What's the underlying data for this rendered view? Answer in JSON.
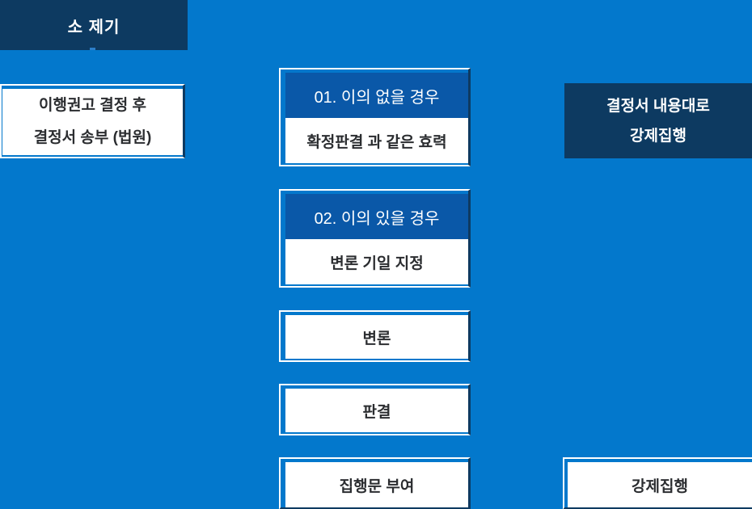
{
  "colors": {
    "background": "#0378cc",
    "navy": "#0d3a61",
    "header_blue": "#0a58a8",
    "box_text": "#2b2d30",
    "white": "#ffffff"
  },
  "nodes": {
    "start": {
      "label": "소 제기"
    },
    "decision_notice": {
      "line1": "이행권고 결정 후",
      "line2": "결정서 송부 (법원)"
    },
    "case_no_objection": {
      "header": "01. 이의 없을 경우",
      "body": "확정판결 과 같은 효력"
    },
    "case_objection": {
      "header": "02. 이의 있을 경우",
      "body": "변론 기일 지정"
    },
    "pleading": {
      "label": "변론"
    },
    "judgment": {
      "label": "판결"
    },
    "writ_of_execution": {
      "label": "집행문 부여"
    },
    "enforce_per_decision": {
      "line1": "결정서 내용대로",
      "line2": "강제집행"
    },
    "compulsory_execution": {
      "label": "강제집행"
    }
  }
}
